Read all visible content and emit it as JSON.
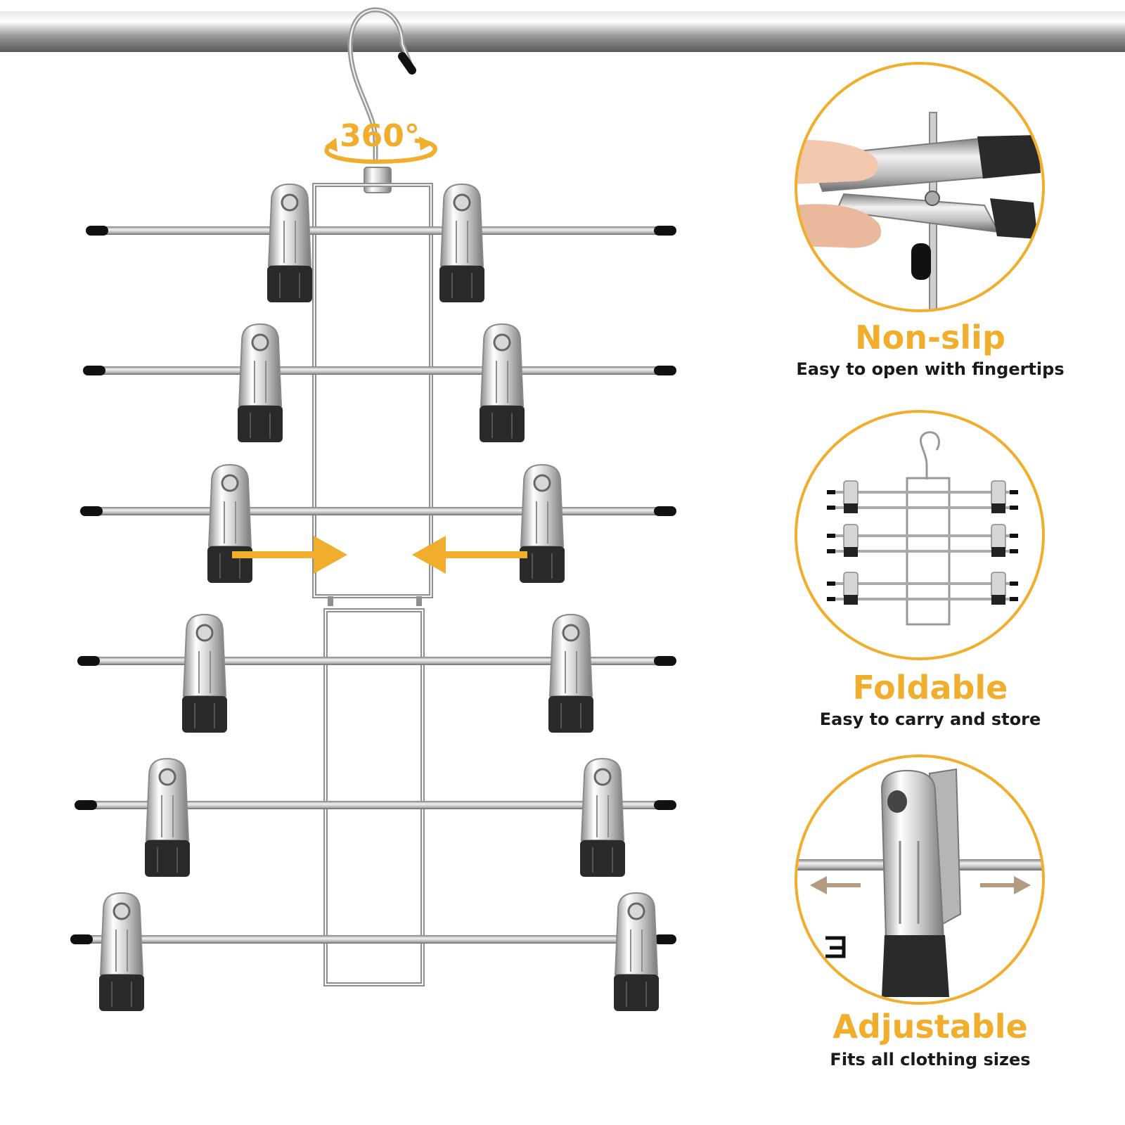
{
  "colors": {
    "accent": "#F0AE2C",
    "chrome_light": "#f4f4f4",
    "chrome_mid": "#c4c4c4",
    "chrome_dark": "#8a8a8a",
    "rubber": "#2a2a2a",
    "slide_arrow": "#b39a80"
  },
  "rotation_badge": "360°",
  "features": [
    {
      "title": "Non-slip",
      "subtitle": "Easy to open with fingertips",
      "icon": "clip-press-icon"
    },
    {
      "title": "Foldable",
      "subtitle": "Easy to carry and store",
      "icon": "folded-hanger-icon"
    },
    {
      "title": "Adjustable",
      "subtitle": "Fits all clothing sizes",
      "icon": "sliding-clip-icon"
    }
  ],
  "hanger": {
    "tiers": 6,
    "clips_per_tier": 2
  }
}
